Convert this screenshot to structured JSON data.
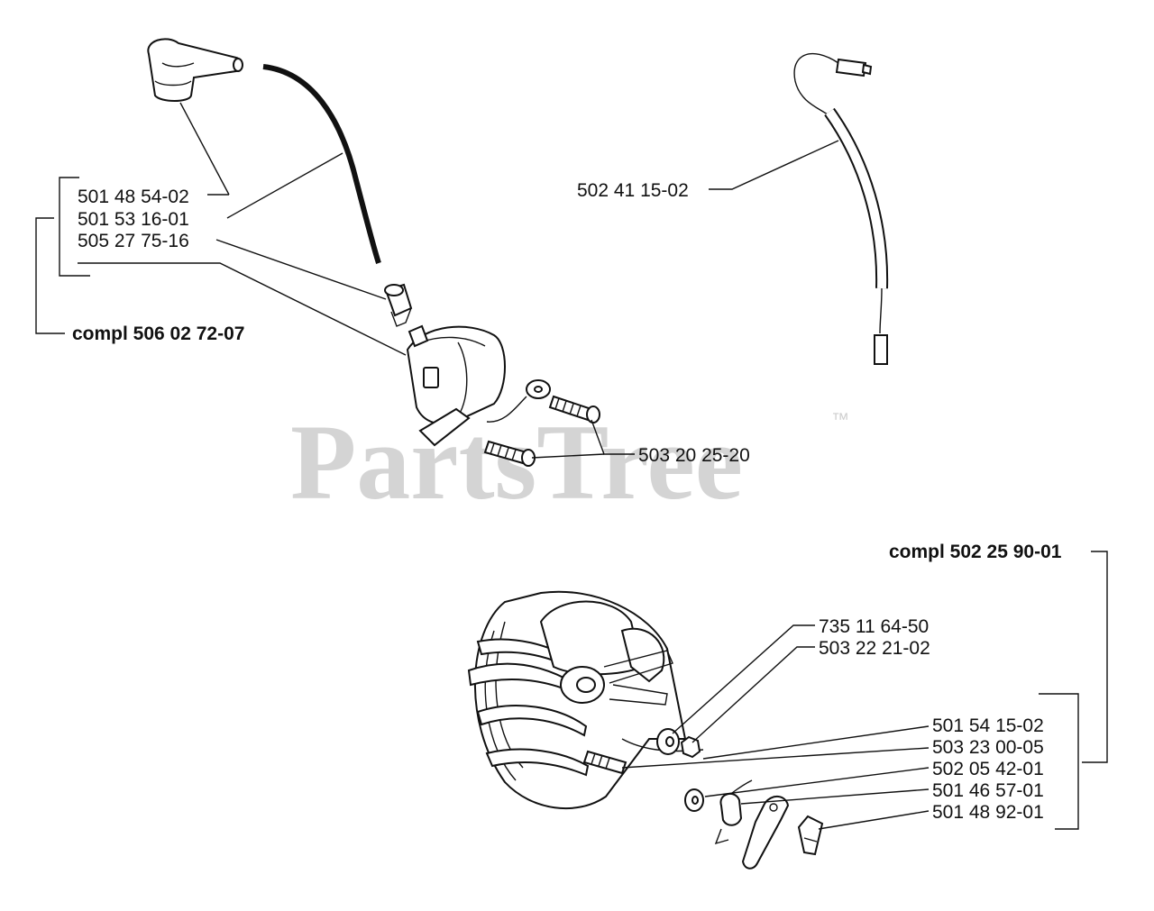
{
  "watermark": {
    "text": "PartsTree",
    "tm": "™"
  },
  "callouts": {
    "ignition_cap": "501 48 54-02",
    "ht_lead": "501 53 16-01",
    "coil": "505 27 75-16",
    "ignition_compl": "compl 506 02 72-07",
    "short_circuit_cable": "502 41 15-02",
    "coil_screws": "503 20 25-20",
    "flywheel_compl": "compl 502 25 90-01",
    "washer": "735 11 64-50",
    "nut": "503 22 21-02",
    "pawl": "501 54 15-02",
    "washer2": "503 23 00-05",
    "bushing": "502 05 42-01",
    "spring": "501 46 57-01",
    "spring_clip": "501 48 92-01"
  }
}
